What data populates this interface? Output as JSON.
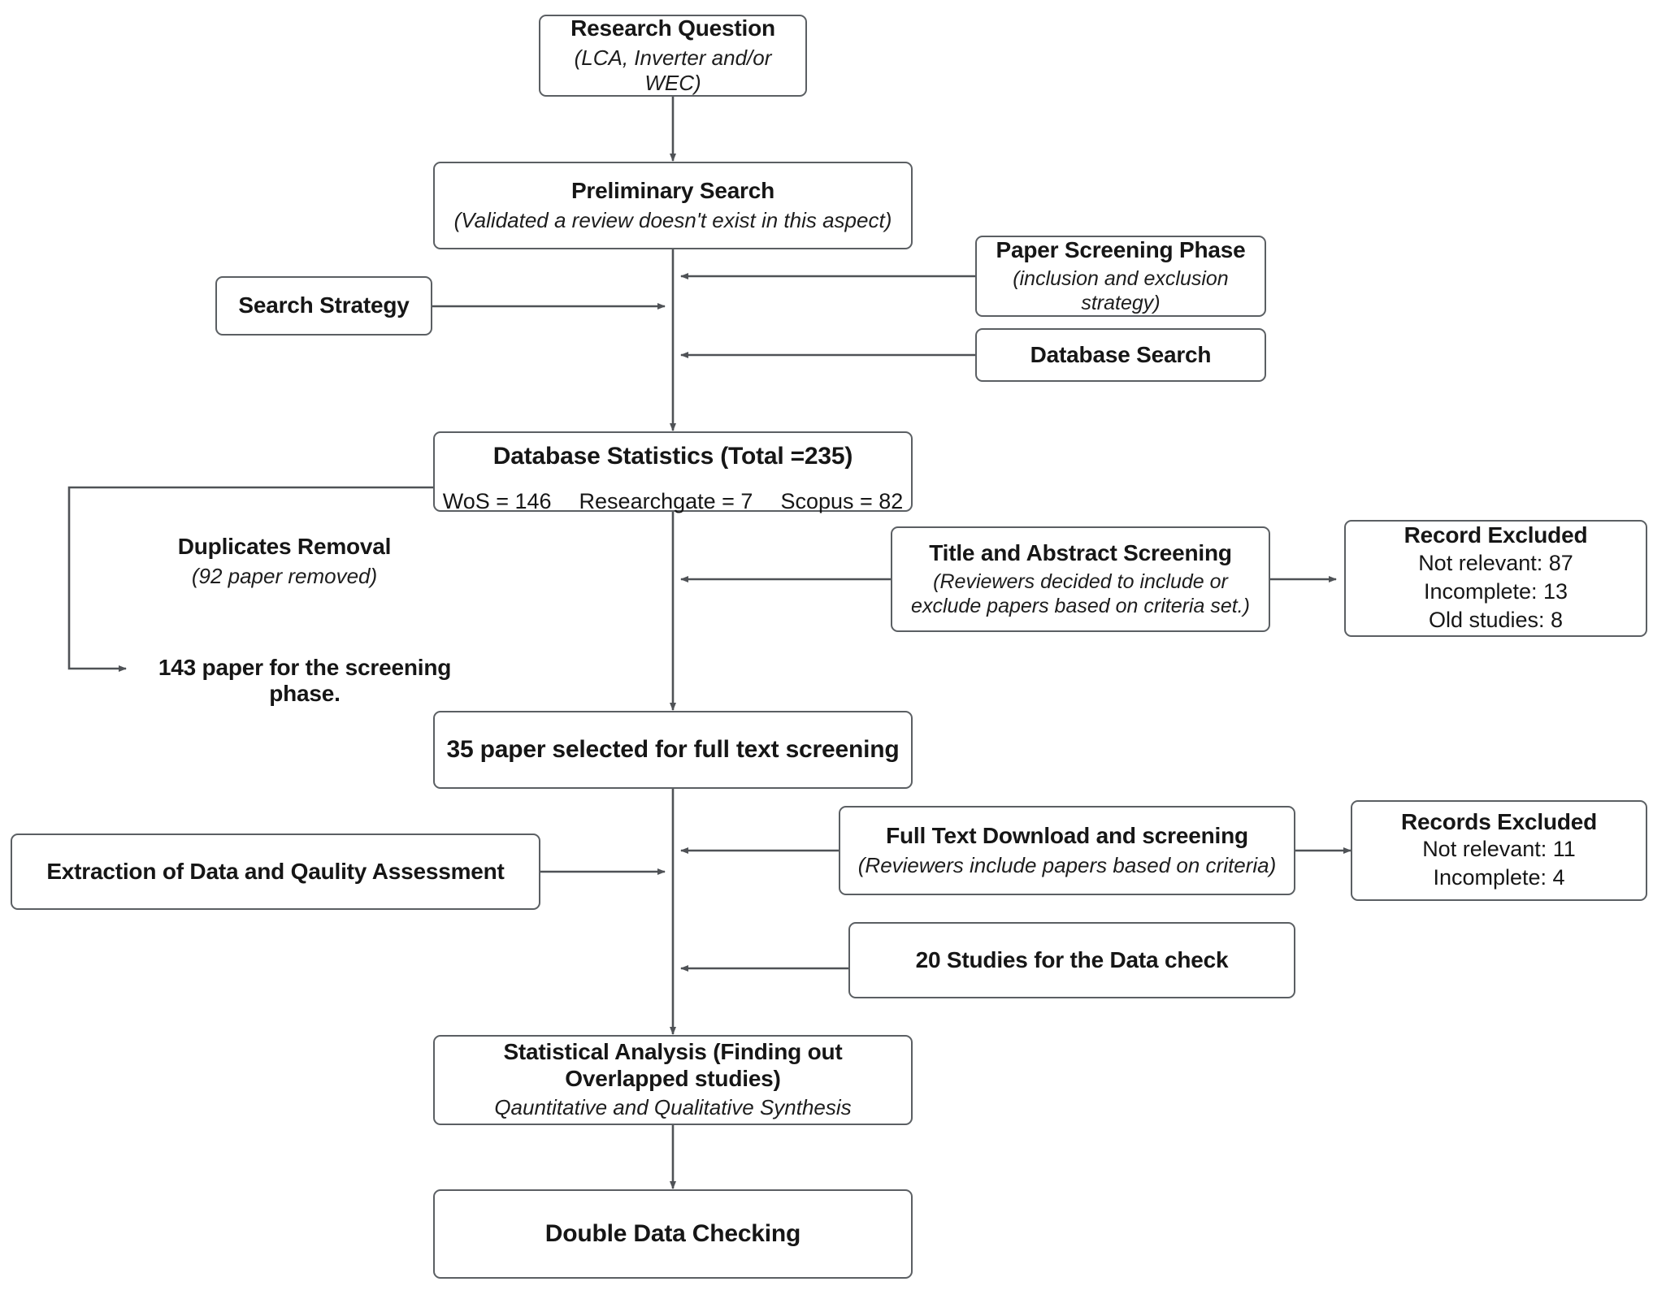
{
  "diagram": {
    "title": "PRISMA-style systematic review flowchart",
    "line_color": "#4f5256",
    "box_border_color": "#5b5f63",
    "text_color": "#161616",
    "background": "#ffffff"
  },
  "nodes": {
    "research_question": {
      "title": "Research Question",
      "subtitle": "(LCA, Inverter and/or WEC)"
    },
    "preliminary_search": {
      "title": "Preliminary Search",
      "subtitle": "(Validated a review doesn't exist in this aspect)"
    },
    "paper_screening_phase": {
      "title": "Paper Screening Phase",
      "subtitle": "(inclusion and exclusion strategy)"
    },
    "search_strategy": {
      "title": "Search Strategy"
    },
    "database_search": {
      "title": "Database Search"
    },
    "database_statistics": {
      "title": "Database Statistics (Total =235)",
      "stats": [
        "WoS = 146",
        "Researchgate = 7",
        "Scopus = 82"
      ]
    },
    "duplicates_removal": {
      "title": "Duplicates Removal",
      "subtitle": "(92 paper removed)"
    },
    "screening_count": {
      "line1": "143 paper for the screening",
      "line2": "phase."
    },
    "title_abstract_screening": {
      "title": "Title and Abstract Screening",
      "subtitle_line1": "(Reviewers decided to include or",
      "subtitle_line2": "exclude papers based on criteria set.)"
    },
    "record_excluded": {
      "title": "Record Excluded",
      "items": [
        "Not relevant: 87",
        "Incomplete: 13",
        "Old studies: 8"
      ]
    },
    "full_text_selected": {
      "title": "35 paper selected for full text screening"
    },
    "extraction_quality": {
      "title": "Extraction of Data and Qaulity Assessment"
    },
    "full_text_download": {
      "title": "Full Text Download and screening",
      "subtitle": "(Reviewers include papers based on criteria)"
    },
    "records_excluded": {
      "title": "Records Excluded",
      "items": [
        "Not relevant: 11",
        "Incomplete: 4"
      ]
    },
    "data_check": {
      "title": "20 Studies for the Data check"
    },
    "statistical_analysis": {
      "title_line1": "Statistical Analysis (Finding out",
      "title_line2": "Overlapped studies)",
      "subtitle": "Qauntitative and Qualitative Synthesis"
    },
    "double_data_checking": {
      "title": "Double Data Checking"
    }
  }
}
